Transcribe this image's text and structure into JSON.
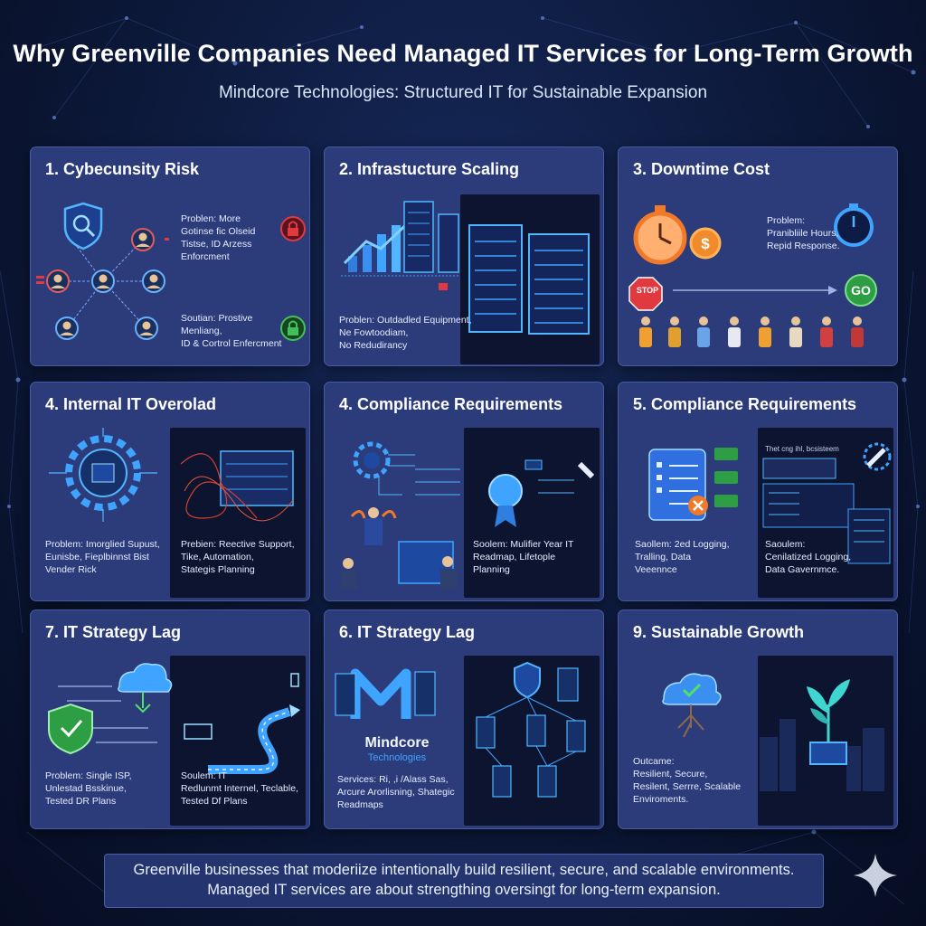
{
  "header": {
    "title": "Why Greenville Companies Need Managed IT Services for Long-Term Growth",
    "subtitle": "Mindcore Technologies: Structured IT for Sustainable Expansion"
  },
  "cards": [
    {
      "title": "1. Cybecunsity Risk",
      "problem": [
        "Problen: More",
        "Gotinse fic Olseid",
        "Tistse, ID Arzess",
        "Enforcment"
      ],
      "solution": [
        "Soutian: Prostive",
        "Menliang,",
        "ID & Cortrol Enfercment"
      ]
    },
    {
      "title": "2. Infrastucture Scaling",
      "problem": [
        "Problen: Outdadled Equipment,",
        "Ne Fowtoodiam,",
        "No Redudirancy"
      ]
    },
    {
      "title": "3. Downtime Cost",
      "problem": [
        "Problem:",
        "Pranibliile Hours,",
        "Repid  Response."
      ],
      "stop_label": "STOP",
      "go_label": "GO"
    },
    {
      "title": "4. Internal IT Overolad",
      "problem": [
        "Problem: Imorglied Supust,",
        "Eunisbe, Fieplbinnst Bist",
        "Vender Rick"
      ],
      "solution": [
        "Prebien: Reective Support,",
        "Tike, Automation,",
        "Stategis Planning"
      ]
    },
    {
      "title": "4. Compliance Requirements",
      "solution": [
        "Soolem: Mulifier Year IT",
        "Readmap, Lifetople",
        "Planning"
      ]
    },
    {
      "title": "5. Compliance Requirements",
      "solution_left": [
        "Saollem: 2ed Logging,",
        "Tralling, Data",
        "Veeennce"
      ],
      "solution_right": [
        "Saoulem:",
        "Cenilatized Logging,",
        "Data Gavernmce."
      ],
      "panel_header": "Thet cng ihl, bcsisteem"
    },
    {
      "title": "7. IT Strategy Lag",
      "problem": [
        "Problem: Single ISP,",
        "Unlestad Bsskinue,",
        "Tested DR Plans"
      ],
      "solution": [
        "Soulem: IT",
        "Redlunmt Internel, Teclable,",
        "Tested Df Plans"
      ]
    },
    {
      "title": "6. IT Strategy Lag",
      "brand": "Mindcore",
      "brand_sub": "Technologies",
      "services": [
        "Services: Ri, ,i /Alass Sas,",
        "Arcure Arorlisning, Shategic",
        "Readmaps"
      ]
    },
    {
      "title": "9. Sustainable Growth",
      "outcome": [
        "Outcame:",
        "Resilient, Secure,",
        "Resilent, Serrre, Scalable",
        "Enviroments."
      ]
    }
  ],
  "footer": {
    "line1": "Greenville businesses that moderiize intentionally build resilient, secure, and scalable environments.",
    "line2": "Managed IT services are about strengthing oversingt for long-term expansion."
  },
  "colors": {
    "background": "#0c1838",
    "card": "#2c3c7a",
    "dark_panel": "#0d1430",
    "accent_blue": "#3fa4ff",
    "accent_orange": "#f07a2a",
    "alert_red": "#e0393f",
    "success_green": "#43c05a"
  },
  "icons": {
    "card1": [
      "shield-magnifier-icon",
      "user-icon",
      "lock-red-icon",
      "lock-green-icon"
    ],
    "card2": [
      "bar-chart-icon",
      "server-rack-icon"
    ],
    "card3": [
      "stopwatch-icon",
      "dollar-coin-icon",
      "stop-sign-icon",
      "go-sign-icon"
    ],
    "card4": [
      "gear-circuit-icon",
      "server-cables-icon"
    ],
    "card5": [
      "gear-circuit-icon",
      "award-ribbon-icon"
    ],
    "card6": [
      "checklist-scroll-icon",
      "dashboard-icon"
    ],
    "card7": [
      "cloud-icon",
      "shield-check-icon",
      "road-arrow-icon"
    ],
    "card8": [
      "mindcore-logo-icon",
      "server-icon",
      "shield-icon"
    ],
    "card9": [
      "cloud-check-icon",
      "plant-chip-icon",
      "city-icon"
    ],
    "footer": [
      "sparkle-icon"
    ]
  }
}
